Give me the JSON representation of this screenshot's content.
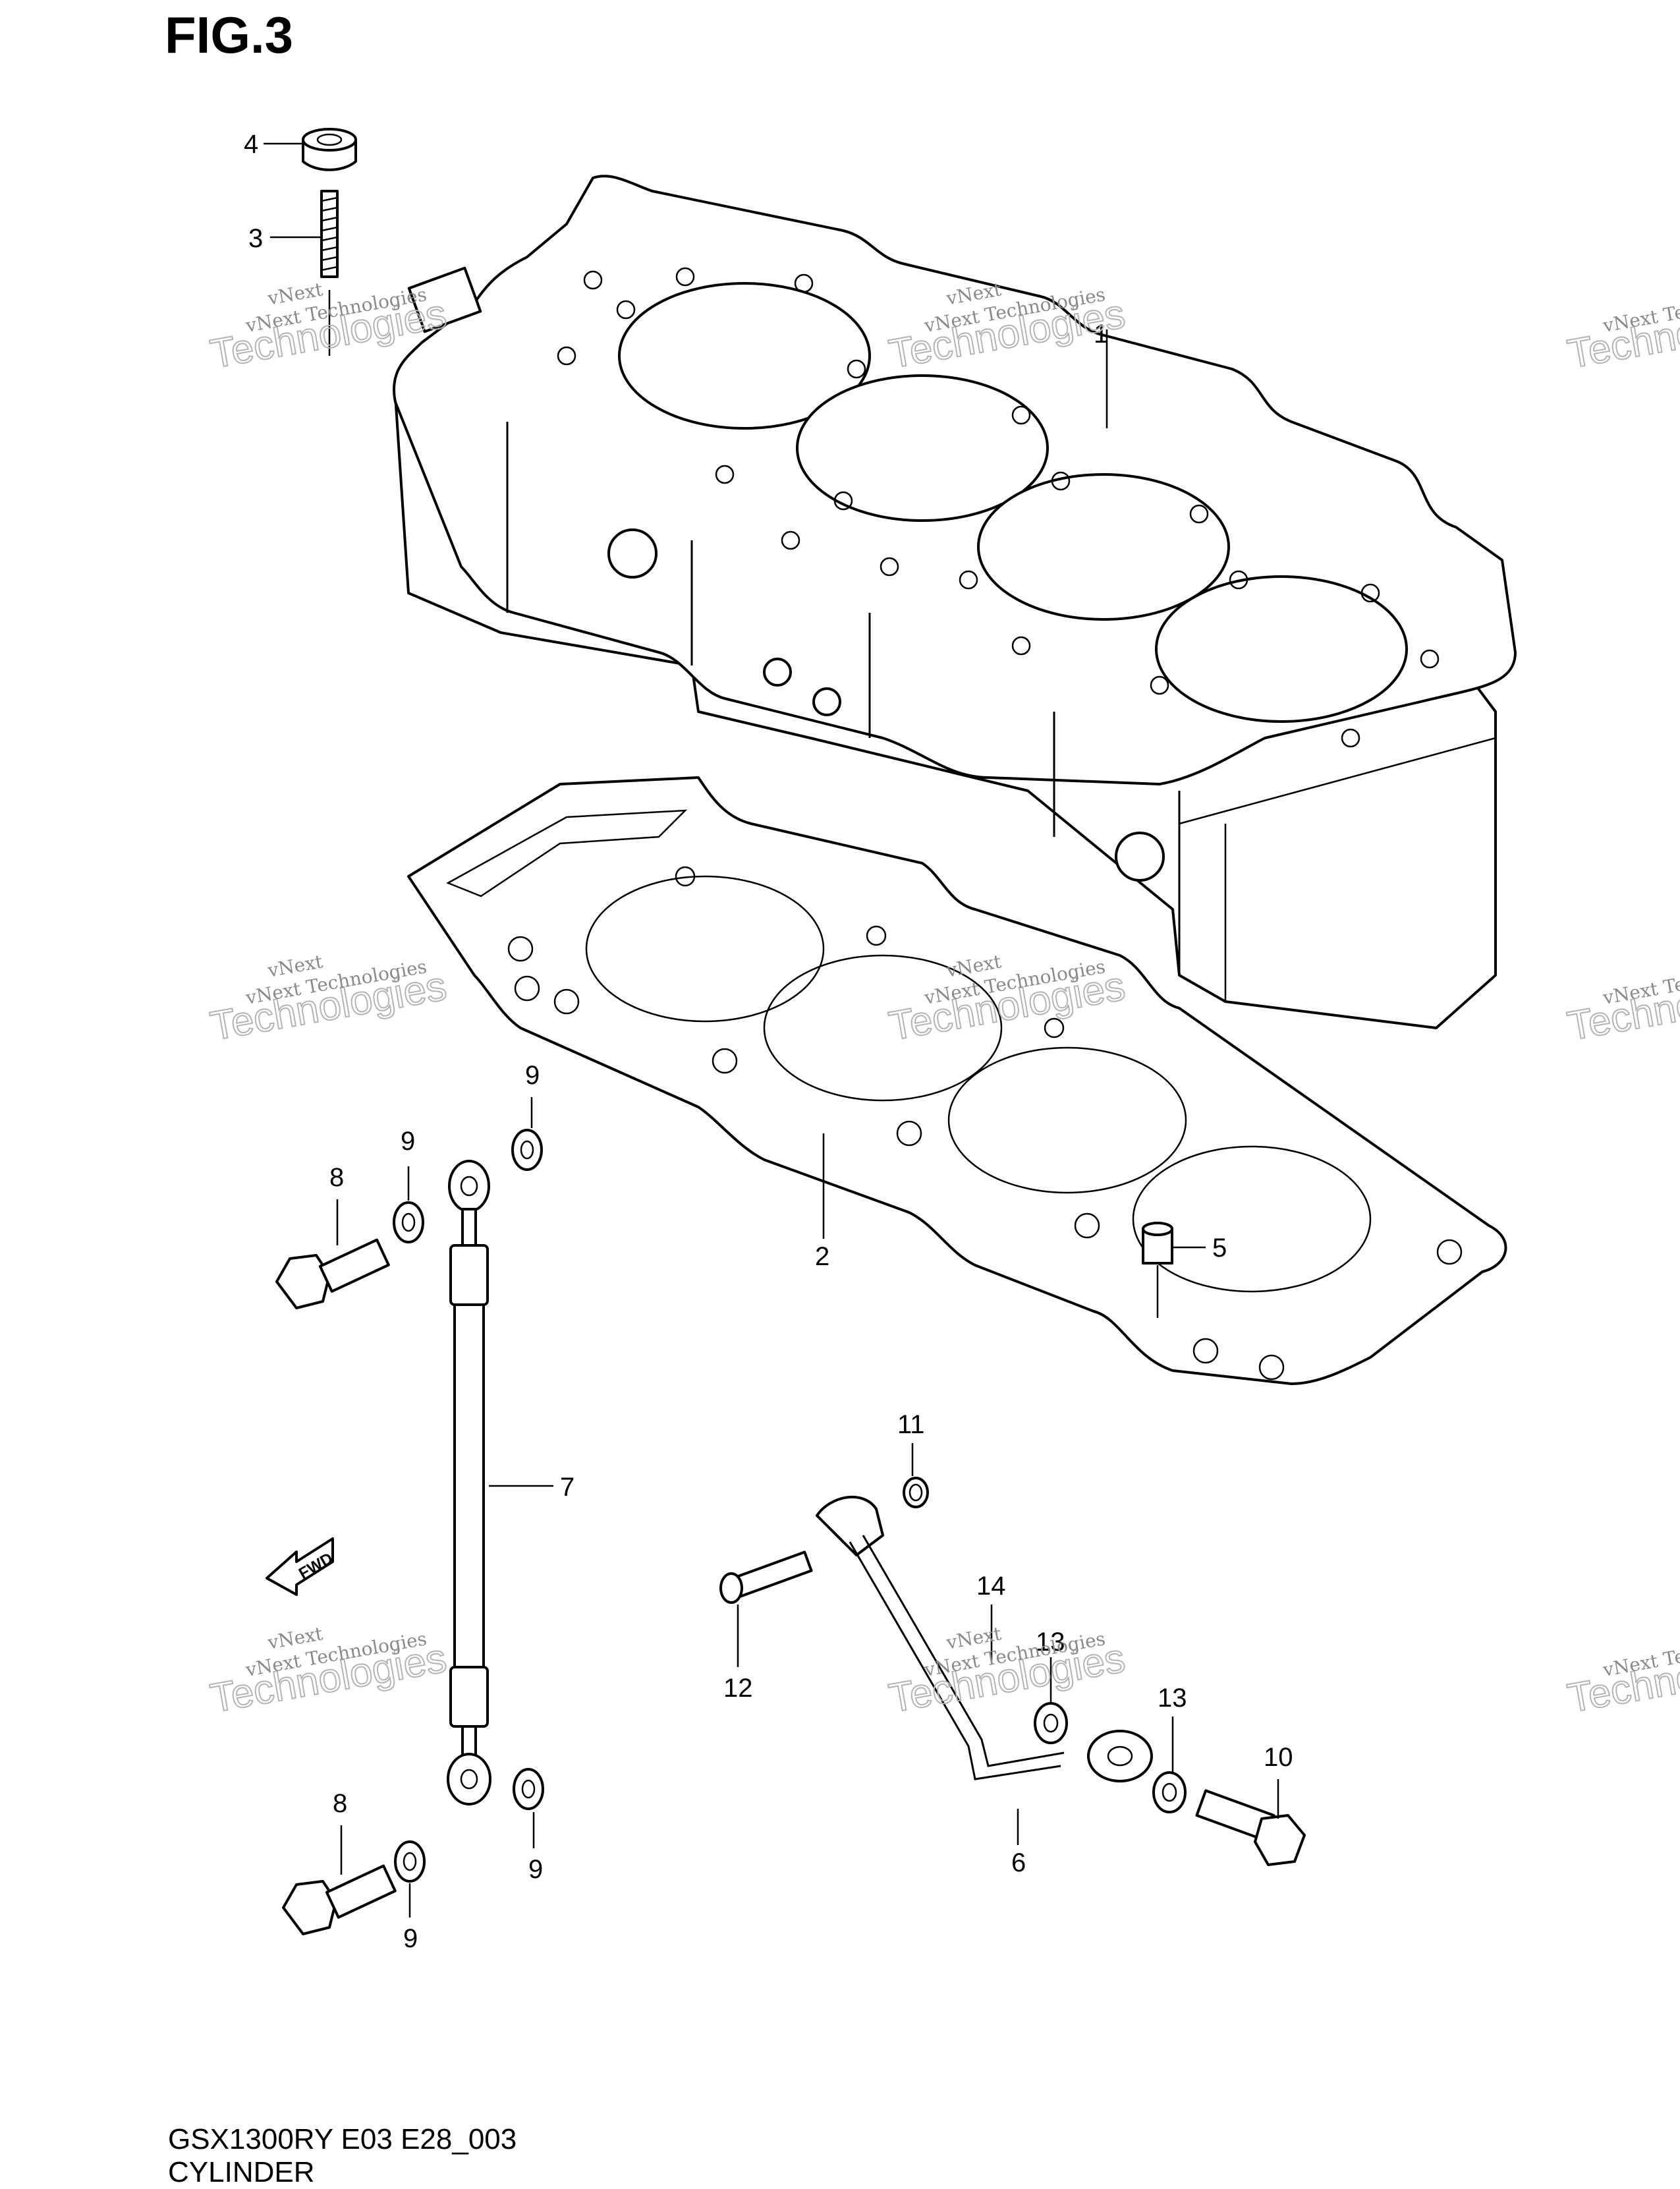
{
  "figure": {
    "title": "FIG.3",
    "model_code": "GSX1300RY E03 E28_003",
    "name": "CYLINDER"
  },
  "callouts": [
    "1",
    "2",
    "3",
    "4",
    "5",
    "6",
    "7",
    "8",
    "8",
    "9",
    "9",
    "9",
    "9",
    "10",
    "11",
    "12",
    "13",
    "13",
    "14"
  ],
  "watermark": {
    "line1": "vNext Technologies",
    "line2": "Technologies",
    "line3": "vNext"
  },
  "icons": {
    "fwd_arrow": "FWD"
  }
}
